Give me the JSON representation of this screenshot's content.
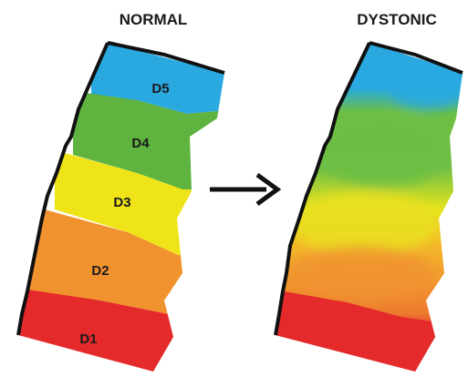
{
  "titles": {
    "left": "NORMAL",
    "right": "DYSTONIC"
  },
  "zones": [
    {
      "label": "D5",
      "color": "#29a9e0"
    },
    {
      "label": "D4",
      "color": "#5fb43f"
    },
    {
      "label": "D3",
      "color": "#efe418"
    },
    {
      "label": "D2",
      "color": "#f0922e"
    },
    {
      "label": "D1",
      "color": "#e42a2a"
    }
  ],
  "arrow": "right-arrow-icon"
}
